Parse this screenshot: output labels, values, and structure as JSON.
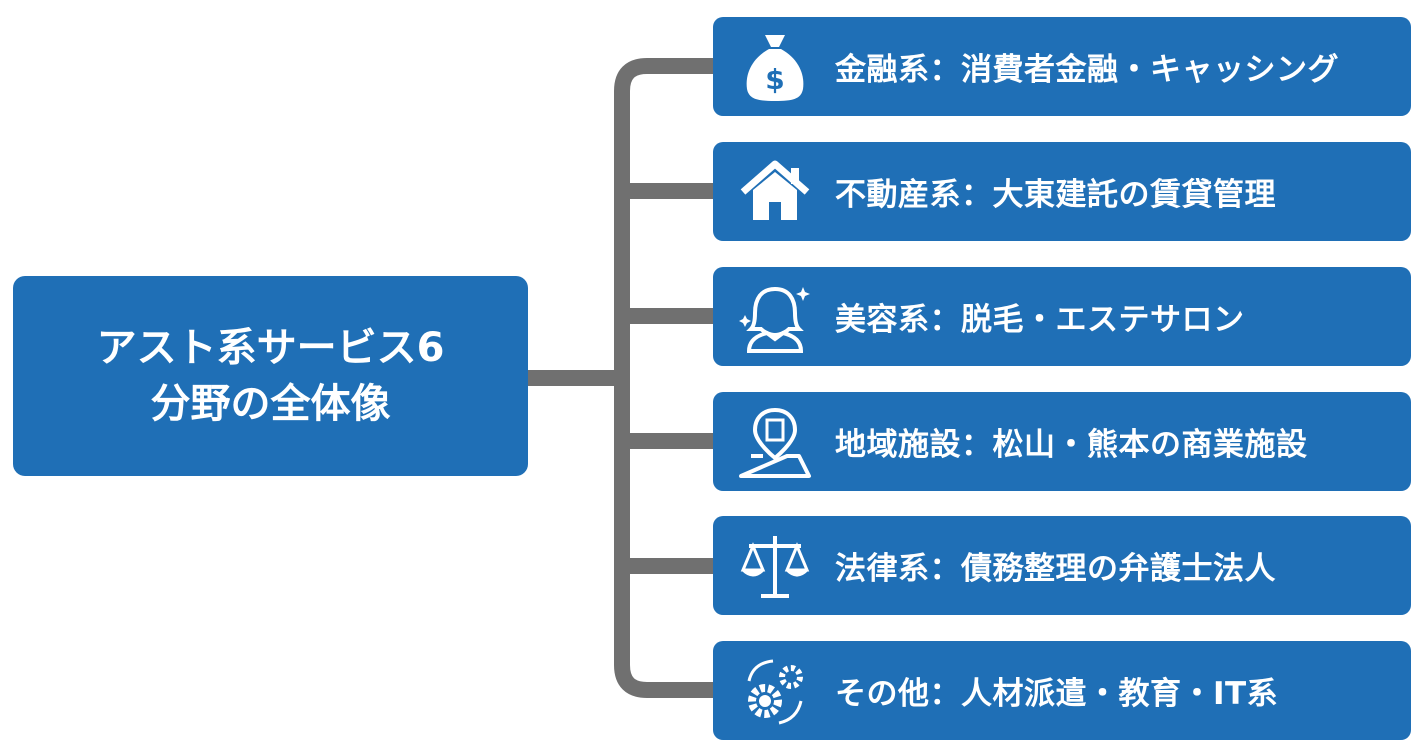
{
  "root": {
    "line1": "アスト系サービス6",
    "line2": "分野の全体像"
  },
  "items": [
    {
      "label": "金融系：消費者金融・キャッシング",
      "icon": "money-bag-icon"
    },
    {
      "label": "不動産系：大東建託の賃貸管理",
      "icon": "house-icon"
    },
    {
      "label": "美容系：脱毛・エステサロン",
      "icon": "woman-sparkle-icon"
    },
    {
      "label": "地域施設：松山・熊本の商業施設",
      "icon": "map-pin-building-icon"
    },
    {
      "label": "法律系：債務整理の弁護士法人",
      "icon": "scales-icon"
    },
    {
      "label": "その他：人材派遣・教育・IT系",
      "icon": "gears-icon"
    }
  ],
  "colors": {
    "box": "#1f6fb6",
    "connector": "#707070",
    "text": "#ffffff"
  }
}
